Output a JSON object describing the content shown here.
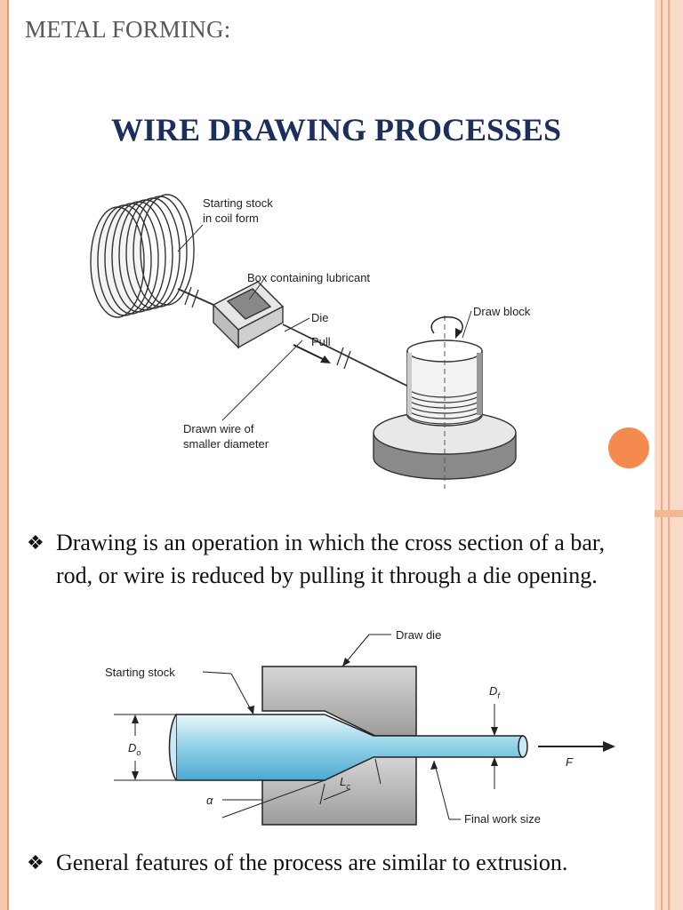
{
  "header": {
    "section": "METAL FORMING:"
  },
  "title": "WIRE DRAWING PROCESSES",
  "figure1": {
    "labels": {
      "stock_line1": "Starting stock",
      "stock_line2": "in coil form",
      "box": "Box containing lubricant",
      "die": "Die",
      "pull": "Pull",
      "draw_block": "Draw block",
      "wire_line1": "Drawn wire of",
      "wire_line2": "smaller diameter"
    }
  },
  "bullets": [
    {
      "icon": "diamond-bullet-icon",
      "text": "Drawing is an operation in which the cross section of a bar, rod, or wire is reduced by pulling it through a die opening."
    },
    {
      "icon": "diamond-bullet-icon",
      "text": "General features of the process are similar to extrusion."
    }
  ],
  "figure2": {
    "labels": {
      "draw_die": "Draw die",
      "starting_stock": "Starting stock",
      "d0": "D",
      "d0_sub": "o",
      "df": "D",
      "df_sub": "f",
      "force": "F",
      "lc": "L",
      "lc_sub": "c",
      "alpha": "α",
      "final": "Final work size"
    }
  },
  "colors": {
    "accent": "#f58a4e",
    "title": "#1c2e5c",
    "border": "#f6c9ad"
  }
}
